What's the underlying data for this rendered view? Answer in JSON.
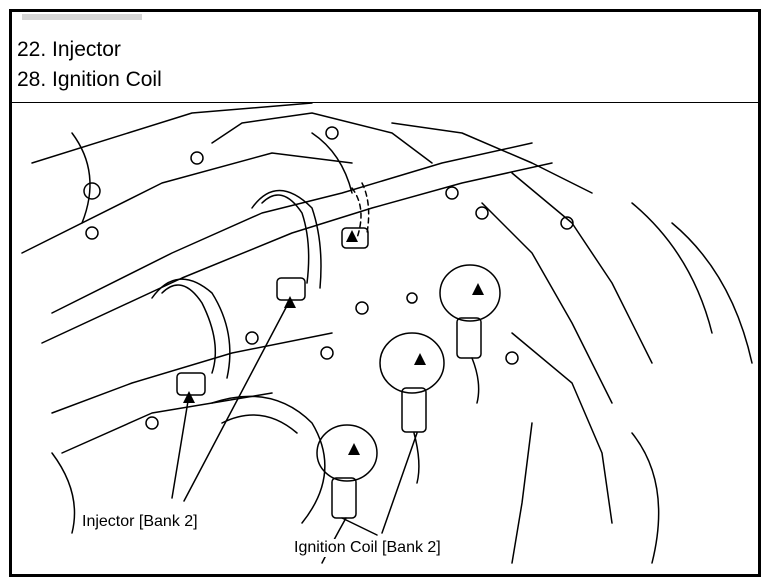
{
  "legend": {
    "items": [
      {
        "label": "22. Injector"
      },
      {
        "label": "28. Ignition Coil"
      }
    ]
  },
  "callouts": {
    "injector": "Injector [Bank 2]",
    "ignition_coil": "Ignition Coil [Bank 2]"
  },
  "colors": {
    "line": "#000000",
    "background": "#ffffff"
  }
}
